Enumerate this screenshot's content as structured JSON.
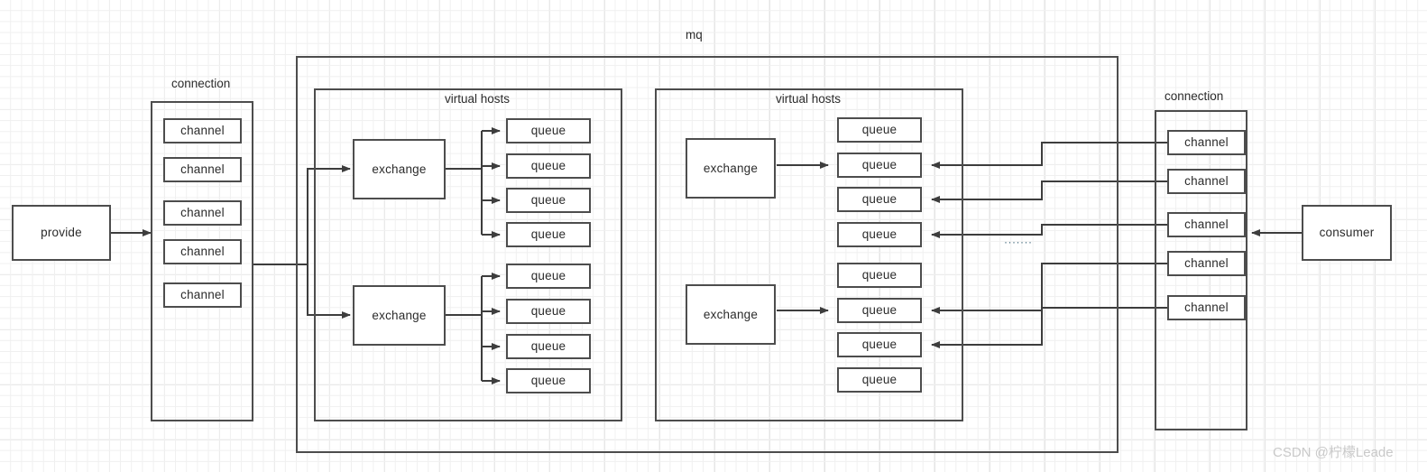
{
  "diagram": {
    "title": "mq",
    "watermark": "CSDN @柠檬Leade",
    "ellipsis": "·······",
    "stroke_color": "#4d4d4d",
    "text_color": "#2b2b2b",
    "background_color": "#ffffff",
    "grid_color": "#e4e4e4"
  },
  "labels": {
    "mq": "mq",
    "connection_left": "connection",
    "connection_right": "connection",
    "virtual_hosts_1": "virtual hosts",
    "virtual_hosts_2": "virtual hosts",
    "provide": "provide",
    "consumer": "consumer",
    "exchange": "exchange",
    "queue": "queue",
    "channel": "channel"
  },
  "producer": {
    "label": "provide"
  },
  "consumer": {
    "label": "consumer"
  },
  "connection_left": {
    "label": "connection",
    "channels": [
      {
        "label": "channel"
      },
      {
        "label": "channel"
      },
      {
        "label": "channel"
      },
      {
        "label": "channel"
      },
      {
        "label": "channel"
      }
    ]
  },
  "connection_right": {
    "label": "connection",
    "channels": [
      {
        "label": "channel"
      },
      {
        "label": "channel"
      },
      {
        "label": "channel"
      },
      {
        "label": "channel"
      },
      {
        "label": "channel"
      }
    ]
  },
  "virtual_hosts": [
    {
      "label": "virtual hosts",
      "exchanges": [
        {
          "label": "exchange"
        },
        {
          "label": "exchange"
        }
      ],
      "queues_top": [
        {
          "label": "queue"
        },
        {
          "label": "queue"
        },
        {
          "label": "queue"
        },
        {
          "label": "queue"
        }
      ],
      "queues_bottom": [
        {
          "label": "queue"
        },
        {
          "label": "queue"
        },
        {
          "label": "queue"
        },
        {
          "label": "queue"
        }
      ]
    },
    {
      "label": "virtual hosts",
      "exchanges": [
        {
          "label": "exchange"
        },
        {
          "label": "exchange"
        }
      ],
      "queues_top": [
        {
          "label": "queue"
        },
        {
          "label": "queue"
        },
        {
          "label": "queue"
        },
        {
          "label": "queue"
        }
      ],
      "queues_bottom": [
        {
          "label": "queue"
        },
        {
          "label": "queue"
        },
        {
          "label": "queue"
        },
        {
          "label": "queue"
        }
      ]
    }
  ]
}
